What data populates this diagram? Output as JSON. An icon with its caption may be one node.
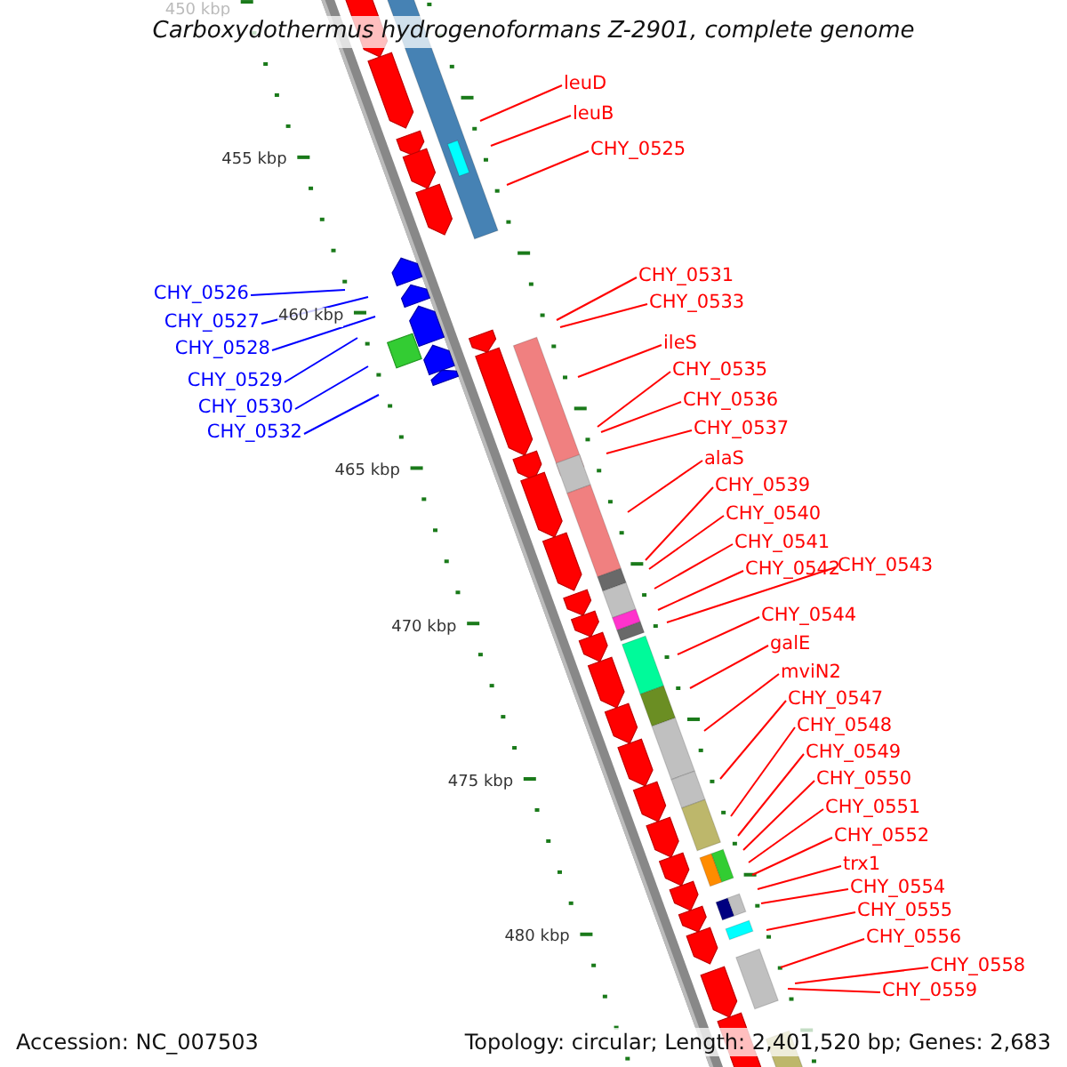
{
  "diagram": {
    "title": "Carboxydothermus hydrogenoformans Z-2901, complete genome",
    "nodes": [
      {
        "text": [
          "leuD"
        ]
      },
      {
        "text": [
          "leuB"
        ]
      },
      {
        "text": [
          "CHY_0525"
        ]
      },
      {
        "text": [
          "CHY_0531"
        ]
      },
      {
        "text": [
          "CHY_0533"
        ]
      },
      {
        "text": [
          "ileS"
        ]
      },
      {
        "text": [
          "CHY_0535"
        ]
      },
      {
        "text": [
          "CHY_0536"
        ]
      },
      {
        "text": [
          "CHY_0537"
        ]
      },
      {
        "text": [
          "alaS"
        ]
      },
      {
        "text": [
          "CHY_0539"
        ]
      },
      {
        "text": [
          "CHY_0540"
        ]
      },
      {
        "text": [
          "CHY_0541"
        ]
      },
      {
        "text": [
          "CHY_0542"
        ]
      },
      {
        "text": [
          "CHY_0543"
        ]
      },
      {
        "text": [
          "CHY_0544"
        ]
      },
      {
        "text": [
          "galE"
        ]
      },
      {
        "text": [
          "mviN2"
        ]
      },
      {
        "text": [
          "CHY_0547"
        ]
      },
      {
        "text": [
          "CHY_0548"
        ]
      },
      {
        "text": [
          "CHY_0549"
        ]
      },
      {
        "text": [
          "CHY_0550"
        ]
      },
      {
        "text": [
          "CHY_0551"
        ]
      },
      {
        "text": [
          "CHY_0552"
        ]
      },
      {
        "text": [
          "trx1"
        ]
      },
      {
        "text": [
          "CHY_0554"
        ]
      },
      {
        "text": [
          "CHY_0555"
        ]
      },
      {
        "text": [
          "CHY_0556"
        ]
      },
      {
        "text": [
          "CHY_0558"
        ]
      },
      {
        "text": [
          "CHY_0559"
        ]
      },
      {
        "text": [
          "CHY_0526"
        ]
      },
      {
        "text": [
          "CHY_0527"
        ]
      },
      {
        "text": [
          "CHY_0528"
        ]
      },
      {
        "text": [
          "CHY_0529"
        ]
      },
      {
        "text": [
          "CHY_0530"
        ]
      },
      {
        "text": [
          "CHY_0532"
        ]
      }
    ],
    "edges": [
      {
        "from": 0,
        "to": null,
        "arrow": "none"
      },
      {
        "from": 1,
        "to": null,
        "arrow": "none"
      },
      {
        "from": 2,
        "to": null,
        "arrow": "none"
      },
      {
        "from": 3,
        "to": null,
        "arrow": "none"
      },
      {
        "from": 4,
        "to": null,
        "arrow": "none"
      },
      {
        "from": 5,
        "to": null,
        "arrow": "none"
      },
      {
        "from": 6,
        "to": null,
        "arrow": "none"
      },
      {
        "from": 7,
        "to": null,
        "arrow": "none"
      },
      {
        "from": 8,
        "to": null,
        "arrow": "none"
      },
      {
        "from": 9,
        "to": null,
        "arrow": "none"
      },
      {
        "from": 10,
        "to": null,
        "arrow": "none"
      },
      {
        "from": 11,
        "to": null,
        "arrow": "none"
      },
      {
        "from": 12,
        "to": null,
        "arrow": "none"
      },
      {
        "from": 13,
        "to": null,
        "arrow": "none"
      },
      {
        "from": 14,
        "to": null,
        "arrow": "none"
      },
      {
        "from": 15,
        "to": null,
        "arrow": "none"
      },
      {
        "from": 16,
        "to": null,
        "arrow": "none"
      },
      {
        "from": 17,
        "to": null,
        "arrow": "none"
      },
      {
        "from": 18,
        "to": null,
        "arrow": "none"
      },
      {
        "from": 19,
        "to": null,
        "arrow": "none"
      },
      {
        "from": 20,
        "to": null,
        "arrow": "none"
      },
      {
        "from": 21,
        "to": null,
        "arrow": "none"
      },
      {
        "from": 22,
        "to": null,
        "arrow": "none"
      },
      {
        "from": 23,
        "to": null,
        "arrow": "none"
      },
      {
        "from": 24,
        "to": null,
        "arrow": "none"
      },
      {
        "from": 25,
        "to": null,
        "arrow": "none"
      },
      {
        "from": 26,
        "to": null,
        "arrow": "none"
      },
      {
        "from": 27,
        "to": null,
        "arrow": "none"
      },
      {
        "from": 28,
        "to": null,
        "arrow": "none"
      },
      {
        "from": 29,
        "to": null,
        "arrow": "none"
      },
      {
        "from": 30,
        "to": null,
        "arrow": "none",
        "color": "#0000ff"
      },
      {
        "from": 31,
        "to": null,
        "arrow": "none",
        "color": "#0000ff"
      },
      {
        "from": 32,
        "to": null,
        "arrow": "none",
        "color": "#0000ff"
      },
      {
        "from": 33,
        "to": null,
        "arrow": "none",
        "color": "#0000ff"
      },
      {
        "from": 34,
        "to": null,
        "arrow": "none",
        "color": "#0000ff"
      },
      {
        "from": 35,
        "to": null,
        "arrow": "none",
        "color": "#0000ff"
      }
    ],
    "labels": [
      "450 kbp",
      "455 kbp",
      "460 kbp",
      "465 kbp",
      "470 kbp",
      "475 kbp",
      "480 kbp",
      "Accession: NC_007503",
      "Topology: circular; Length: 2,401,520 bp; Genes: 2,683"
    ]
  }
}
